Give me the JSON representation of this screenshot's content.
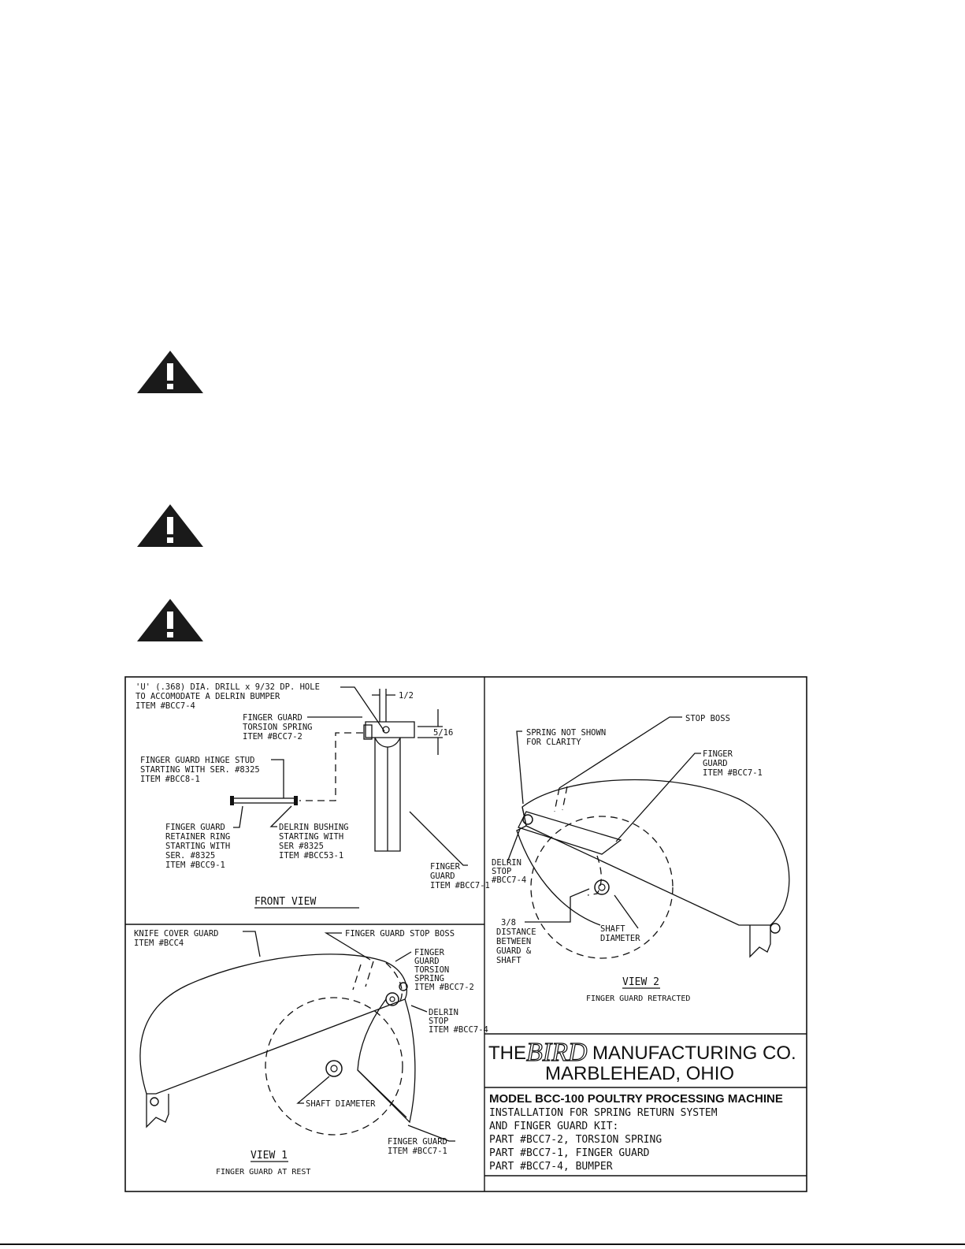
{
  "warnings": [
    {
      "icon": "warning-triangle-icon"
    },
    {
      "icon": "warning-triangle-icon"
    },
    {
      "icon": "warning-triangle-icon"
    }
  ],
  "front_view": {
    "title": "FRONT VIEW",
    "drill_note": [
      "'U' (.368) DIA. DRILL x 9/32 DP. HOLE",
      "TO ACCOMODATE A DELRIN BUMPER",
      "ITEM #BCC7-4"
    ],
    "dim_half": "1/2",
    "dim_5_16": "5/16",
    "torsion_spring": [
      "FINGER GUARD",
      "TORSION SPRING",
      "ITEM #BCC7-2"
    ],
    "hinge_stud": [
      "FINGER GUARD HINGE STUD",
      "STARTING WITH SER. #8325",
      "ITEM #BCC8-1"
    ],
    "retainer_ring": [
      "FINGER GUARD",
      "RETAINER RING",
      "STARTING WITH",
      "SER. #8325",
      "ITEM #BCC9-1"
    ],
    "delrin_bushing": [
      "DELRIN BUSHING",
      "STARTING WITH",
      "SER #8325",
      "ITEM #BCC53-1"
    ],
    "finger_guard": [
      "FINGER",
      "GUARD",
      "ITEM #BCC7-1"
    ]
  },
  "view2": {
    "title": "VIEW 2",
    "subtitle": "FINGER GUARD RETRACTED",
    "stop_boss": "STOP BOSS",
    "spring_note": [
      "SPRING NOT SHOWN",
      "FOR CLARITY"
    ],
    "finger_guard": [
      "FINGER",
      "GUARD",
      "ITEM #BCC7-1"
    ],
    "delrin_stop": [
      "DELRIN",
      "STOP",
      "#BCC7-4"
    ],
    "distance": [
      "3/8",
      "DISTANCE",
      "BETWEEN",
      "GUARD &",
      "SHAFT"
    ],
    "shaft": [
      "SHAFT",
      "DIAMETER"
    ]
  },
  "view1": {
    "title": "VIEW 1",
    "subtitle": "FINGER GUARD AT REST",
    "knife_cover": [
      "KNIFE COVER GUARD",
      "ITEM #BCC4"
    ],
    "stop_boss": "FINGER GUARD STOP BOSS",
    "torsion_spring": [
      "FINGER",
      "GUARD",
      "TORSION",
      "SPRING",
      "ITEM #BCC7-2"
    ],
    "delrin_stop": [
      "DELRIN",
      "STOP",
      "ITEM #BCC7-4"
    ],
    "shaft": "SHAFT DIAMETER",
    "finger_guard": [
      "FINGER GUARD",
      "ITEM #BCC7-1"
    ]
  },
  "title_block": {
    "the": "THE",
    "bird": "BIRD",
    "mfg": "MANUFACTURING CO.",
    "city": "MARBLEHEAD, OHIO",
    "model": "MODEL BCC-100 POULTRY PROCESSING MACHINE",
    "lines": [
      "INSTALLATION FOR SPRING RETURN SYSTEM",
      "AND FINGER GUARD KIT:",
      "PART #BCC7-2, TORSION SPRING",
      "PART #BCC7-1, FINGER GUARD",
      "PART #BCC7-4, BUMPER"
    ]
  }
}
